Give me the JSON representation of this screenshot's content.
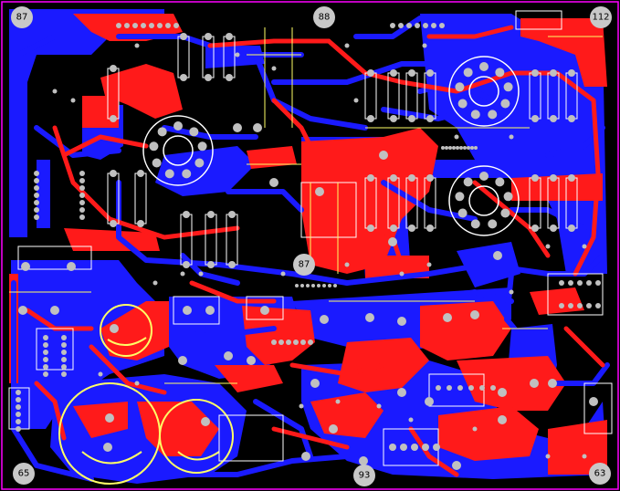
{
  "board": {
    "layers": {
      "top_copper": "#ff1a1a",
      "bottom_copper": "#1a1aff",
      "silkscreen": "#ffff66",
      "pads": "#c0c0c0",
      "outline": "#ff00ff",
      "background": "#000000"
    },
    "mounting_holes": [
      {
        "id": "hole-top-left",
        "label": "87"
      },
      {
        "id": "hole-top-center",
        "label": "88"
      },
      {
        "id": "hole-top-right",
        "label": "112"
      },
      {
        "id": "hole-center",
        "label": "87"
      },
      {
        "id": "hole-bottom-left",
        "label": "65"
      },
      {
        "id": "hole-bottom-center",
        "label": "93"
      },
      {
        "id": "hole-bottom-right",
        "label": "63"
      }
    ]
  }
}
